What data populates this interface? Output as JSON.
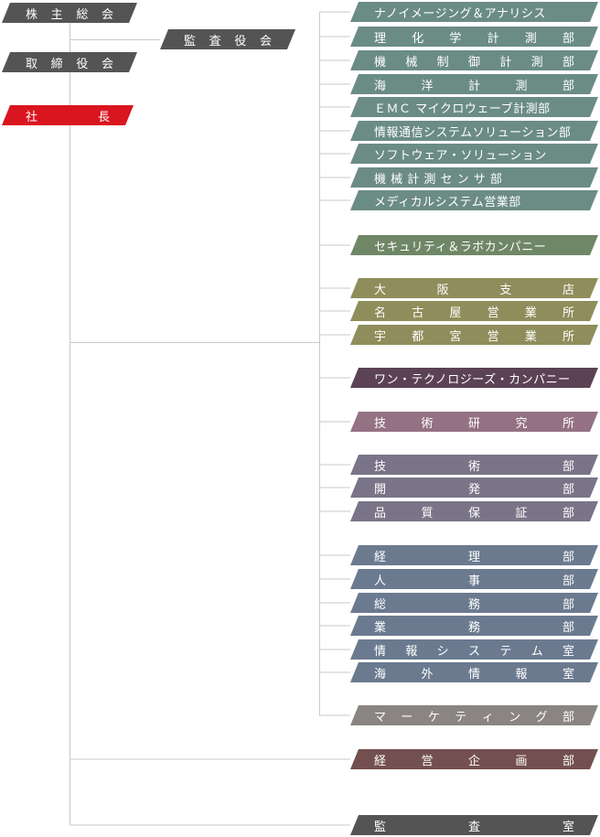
{
  "colors": {
    "line": "#c8c8c8",
    "executive": "#545454",
    "president": "#d9151f",
    "engineering_division": "#6b8c85",
    "security_company": "#6f8766",
    "branch_offices": "#8f8d5b",
    "one_technologies": "#5b4255",
    "research_institute": "#947283",
    "technical_group": "#7a7488",
    "admin_group": "#6b7a8f",
    "marketing": "#8a8583",
    "corporate_planning": "#73504f",
    "audit": "#545454"
  },
  "top": {
    "shareholders_meeting": [
      "株",
      "主",
      "総",
      "会"
    ],
    "audit_board": [
      "監",
      "査",
      "役",
      "会"
    ],
    "board_of_directors": [
      "取",
      "締",
      "役",
      "会"
    ],
    "president": [
      "社",
      "長"
    ]
  },
  "divisions": [
    {
      "key": "nano_imaging",
      "label": "ナノイメージング＆アナリシス",
      "color": "engineering_division",
      "style": "tight"
    },
    {
      "key": "physics_chemistry",
      "label": [
        "理",
        "化",
        "学",
        "計",
        "測",
        "部"
      ],
      "color": "engineering_division",
      "style": "spread"
    },
    {
      "key": "machine_control",
      "label": [
        "機",
        "械",
        "制",
        "御",
        "計",
        "測",
        "部"
      ],
      "color": "engineering_division",
      "style": "spread"
    },
    {
      "key": "marine",
      "label": [
        "海",
        "洋",
        "計",
        "測",
        "部"
      ],
      "color": "engineering_division",
      "style": "spread"
    },
    {
      "key": "emc",
      "label": "ＥＭＣ マイクロウェーブ計測部",
      "color": "engineering_division",
      "style": "tight"
    },
    {
      "key": "ict_solutions",
      "label": "情報通信システムソリューション部",
      "color": "engineering_division",
      "style": "tight"
    },
    {
      "key": "software",
      "label": "ソフトウェア・ソリューション",
      "color": "engineering_division",
      "style": "tight"
    },
    {
      "key": "sensors",
      "label": "機 械 計 測 セ ン サ 部",
      "color": "engineering_division",
      "style": "tight"
    },
    {
      "key": "medical",
      "label": "メディカルシステム営業部",
      "color": "engineering_division",
      "style": "tight"
    },
    {
      "key": "security",
      "label": "セキュリティ＆ラボカンパニー",
      "color": "security_company",
      "style": "tight"
    },
    {
      "key": "osaka",
      "label": [
        "大",
        "阪",
        "支",
        "店"
      ],
      "color": "branch_offices",
      "style": "spread"
    },
    {
      "key": "nagoya",
      "label": [
        "名",
        "古",
        "屋",
        "営",
        "業",
        "所"
      ],
      "color": "branch_offices",
      "style": "spread"
    },
    {
      "key": "utsunomiya",
      "label": [
        "宇",
        "都",
        "宮",
        "営",
        "業",
        "所"
      ],
      "color": "branch_offices",
      "style": "spread"
    },
    {
      "key": "one_tech",
      "label": "ワン・テクノロジーズ・カンパニー",
      "color": "one_technologies",
      "style": "tight"
    },
    {
      "key": "research",
      "label": [
        "技",
        "術",
        "研",
        "究",
        "所"
      ],
      "color": "research_institute",
      "style": "spread"
    },
    {
      "key": "engineering",
      "label": [
        "技",
        "術",
        "部"
      ],
      "color": "technical_group",
      "style": "spread"
    },
    {
      "key": "development",
      "label": [
        "開",
        "発",
        "部"
      ],
      "color": "technical_group",
      "style": "spread"
    },
    {
      "key": "quality",
      "label": [
        "品",
        "質",
        "保",
        "証",
        "部"
      ],
      "color": "technical_group",
      "style": "spread"
    },
    {
      "key": "accounting",
      "label": [
        "経",
        "理",
        "部"
      ],
      "color": "admin_group",
      "style": "spread"
    },
    {
      "key": "hr",
      "label": [
        "人",
        "事",
        "部"
      ],
      "color": "admin_group",
      "style": "spread"
    },
    {
      "key": "general_affairs",
      "label": [
        "総",
        "務",
        "部"
      ],
      "color": "admin_group",
      "style": "spread"
    },
    {
      "key": "business_affairs",
      "label": [
        "業",
        "務",
        "部"
      ],
      "color": "admin_group",
      "style": "spread"
    },
    {
      "key": "information_systems",
      "label": [
        "情",
        "報",
        "シ",
        "ス",
        "テ",
        "ム",
        "室"
      ],
      "color": "admin_group",
      "style": "spread"
    },
    {
      "key": "overseas_info",
      "label": [
        "海",
        "外",
        "情",
        "報",
        "室"
      ],
      "color": "admin_group",
      "style": "spread"
    },
    {
      "key": "marketing",
      "label": [
        "マ",
        "ー",
        "ケ",
        "テ",
        "ィ",
        "ン",
        "グ",
        "部"
      ],
      "color": "marketing",
      "style": "spread"
    }
  ],
  "direct_units": [
    {
      "key": "corporate_planning",
      "label": [
        "経",
        "営",
        "企",
        "画",
        "部"
      ],
      "color": "corporate_planning"
    },
    {
      "key": "audit_office",
      "label": [
        "監",
        "査",
        "室"
      ],
      "color": "audit"
    }
  ]
}
